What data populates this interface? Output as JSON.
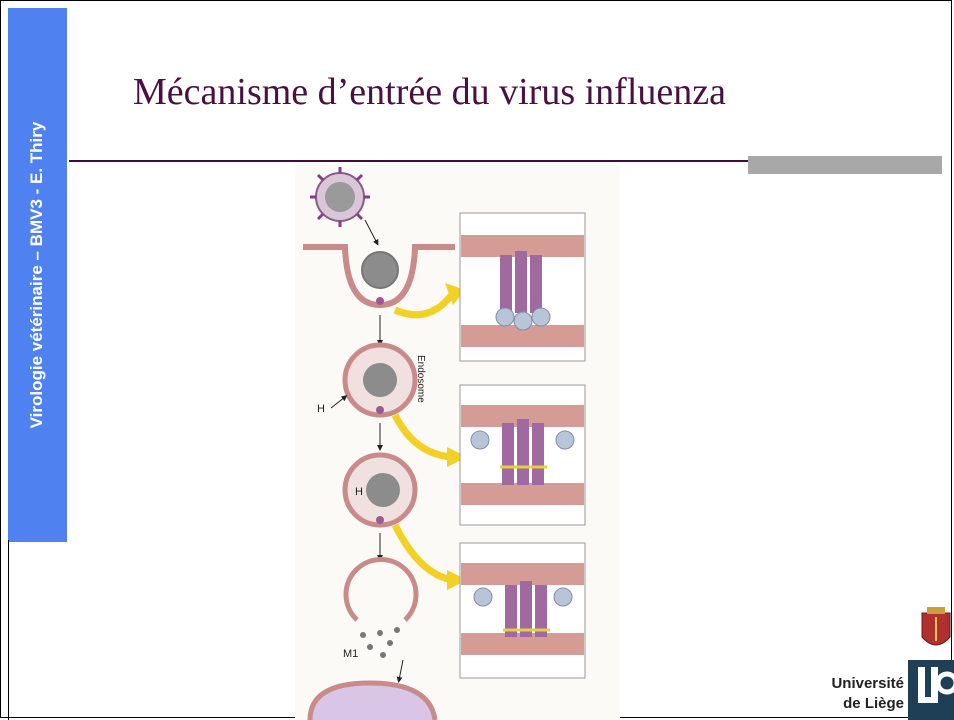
{
  "sidebar": {
    "label": "Virologie vétérinaire – BMV3 - E. Thiry"
  },
  "slide": {
    "title": "Mécanisme d’entrée du virus influenza"
  },
  "figure": {
    "label_h": "H",
    "label_endosome": "Endosome",
    "label_m1": "M1"
  },
  "logo": {
    "line1": "Université",
    "line2": "de Liège",
    "mark": "ULg"
  },
  "colors": {
    "sidebar": "#4f81f0",
    "title": "#4a1040",
    "rule": "#3b1034",
    "arrow": "#f2d024",
    "membrane": "#c98a8a",
    "protein": "#9b5a96"
  }
}
